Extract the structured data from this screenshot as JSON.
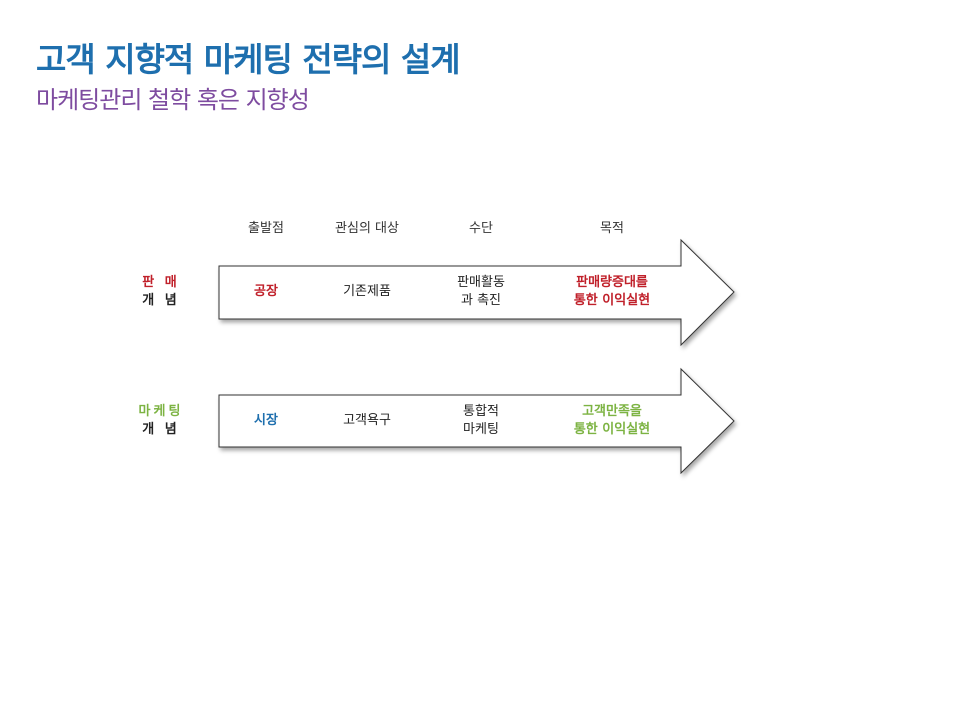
{
  "title": "고객 지향적 마케팅 전략의 설계",
  "subtitle": "마케팅관리 철학 혹은 지향성",
  "columns": [
    "출발점",
    "관심의 대상",
    "수단",
    "목적"
  ],
  "rows": [
    {
      "label_line1": "판 매",
      "label_line2": "개 념",
      "label_line1_color": "#c0202a",
      "label_line2_color": "#222222",
      "start": "공장",
      "start_color": "#c0202a",
      "focus": "기존제품",
      "means_line1": "판매활동",
      "means_line2": "과 촉진",
      "goal_line1": "판매량증대를",
      "goal_line2": "통한 이익실현",
      "goal_color": "#c0202a"
    },
    {
      "label_line1": "마케팅",
      "label_line2": "개 념",
      "label_line1_color": "#7cb342",
      "label_line2_color": "#222222",
      "start": "시장",
      "start_color": "#1e6fae",
      "focus": "고객욕구",
      "means_line1": "통합적",
      "means_line2": "마케팅",
      "goal_line1": "고객만족을",
      "goal_line2": "통한 이익실현",
      "goal_color": "#7cb342"
    }
  ]
}
